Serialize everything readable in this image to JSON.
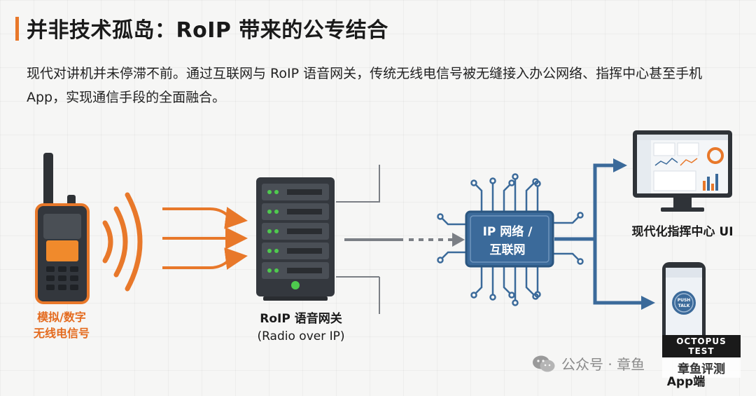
{
  "header": {
    "title": "并非技术孤岛：RoIP 带来的公专结合",
    "subtitle": "现代对讲机并未停滞不前。通过互联网与 RoIP 语音网关，传统无线电信号被无缝接入办公网络、指挥中心甚至手机App，实现通信手段的全面融合。"
  },
  "nodes": {
    "radio": {
      "label_line1": "模拟/数字",
      "label_line2": "无线电信号"
    },
    "gateway": {
      "label_line1": "RoIP 语音网关",
      "label_line2": "(Radio over IP)"
    },
    "network": {
      "label_line1": "IP 网络 /",
      "label_line2": "互联网"
    },
    "command_center": {
      "label": "现代化指挥中心 UI"
    },
    "app": {
      "label": "App端",
      "ptt_line1": "PUSH",
      "ptt_line2": "TALK"
    }
  },
  "watermark": {
    "text": "公众号 · 章鱼",
    "icon": "wechat-icon"
  },
  "badge": {
    "text_en": "OCTOPUS TEST",
    "text_cn": "章鱼评测"
  },
  "colors": {
    "accent": "#e8782a",
    "blue": "#3b6a9a",
    "dark": "#33373d"
  }
}
